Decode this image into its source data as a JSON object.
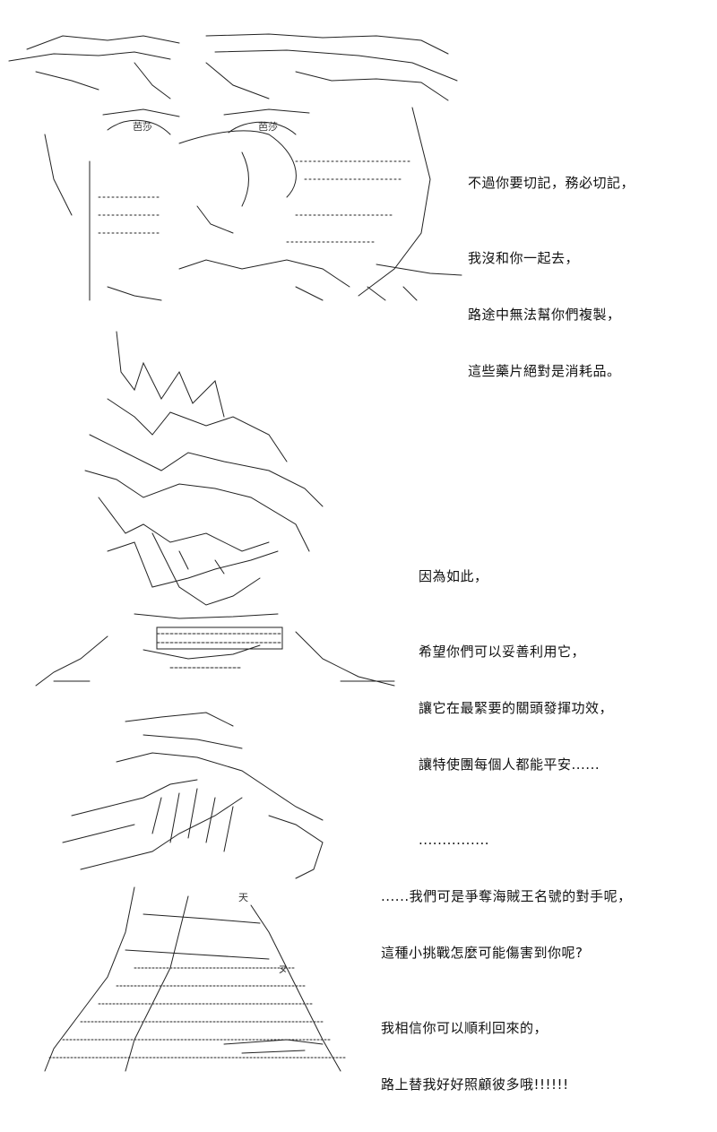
{
  "panels": [
    {
      "lines": [
        [
          "不過你要切記，務必切記，"
        ],
        [
          "我沒和你一起去，",
          "路途中無法幫你們複製，",
          "這些藥片絕對是消耗品。"
        ]
      ],
      "art_labels": {
        "left": "芭莎",
        "right": "芭莎"
      }
    },
    {
      "lines": [
        [
          "因為如此，"
        ],
        [
          "希望你們可以妥善利用它，",
          "讓它在最緊要的關頭發揮功效，",
          "讓特使團每個人都能平安......"
        ],
        [
          "..............."
        ]
      ]
    },
    {
      "lines": [
        [
          "......我們可是爭奪海賊王名號的對手呢，",
          "這種小挑戰怎麼可能傷害到你呢?"
        ],
        [
          "我相信你可以順利回來的，",
          "路上替我好好照顧彼多哦!!!!!!"
        ]
      ],
      "art_labels": {
        "head": "天",
        "badge": "ヌ"
      }
    }
  ]
}
